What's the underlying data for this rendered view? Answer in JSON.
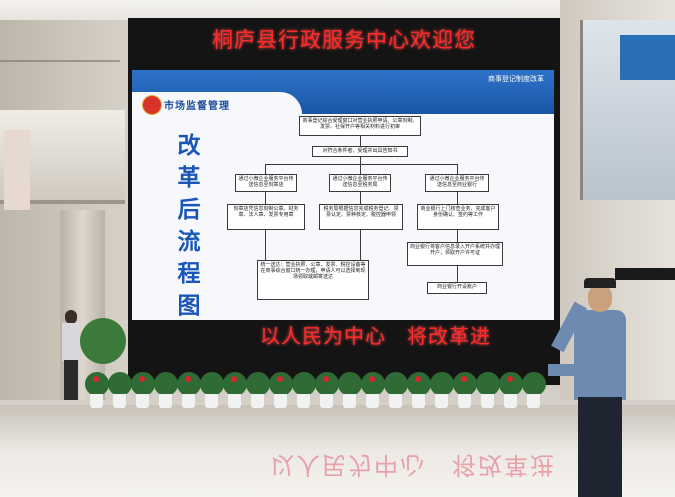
{
  "screen": {
    "title": "桐庐县行政服务中心欢迎您",
    "bottom_text": "以人民为中心　将改革进"
  },
  "slide": {
    "agency": "市场监督管理",
    "tag": "商事登记制度改革",
    "side_title": "改革后流程图",
    "flow": {
      "step1": "商事登记综合受理窗口对营业执照申请、公章刻制、发票、社保开户等相关材料进行初审",
      "step2": "对符合条件者，受理并出具告知书",
      "step3a": "通过小微企业服务平台传送信息至刻章店",
      "step3b": "通过小微企业服务平台传送信息至税务局",
      "step3c": "通过小微企业服务平台传送信息至商业银行",
      "step4a": "刻章店凭信息刻制公章、财务章、法人章、发票专用章",
      "step4b": "税务局根据信息完成税务登记、领票认定、票种核定、税控器申领",
      "step4c": "商业银行上门核查业务，完成客户身份确认、签约等工作",
      "step5a": "统一送达：营业执照、公章、发票、税控设备等在商事综合窗口统一办理，申请人可以选择到现场领取或邮寄送达",
      "step5b": "商业银行将客户信息录入开户系统并办理开户，领取开户许可证",
      "step6": "商业银行开设账户"
    }
  },
  "floor_reflection": "以人民为中心　将改革进"
}
